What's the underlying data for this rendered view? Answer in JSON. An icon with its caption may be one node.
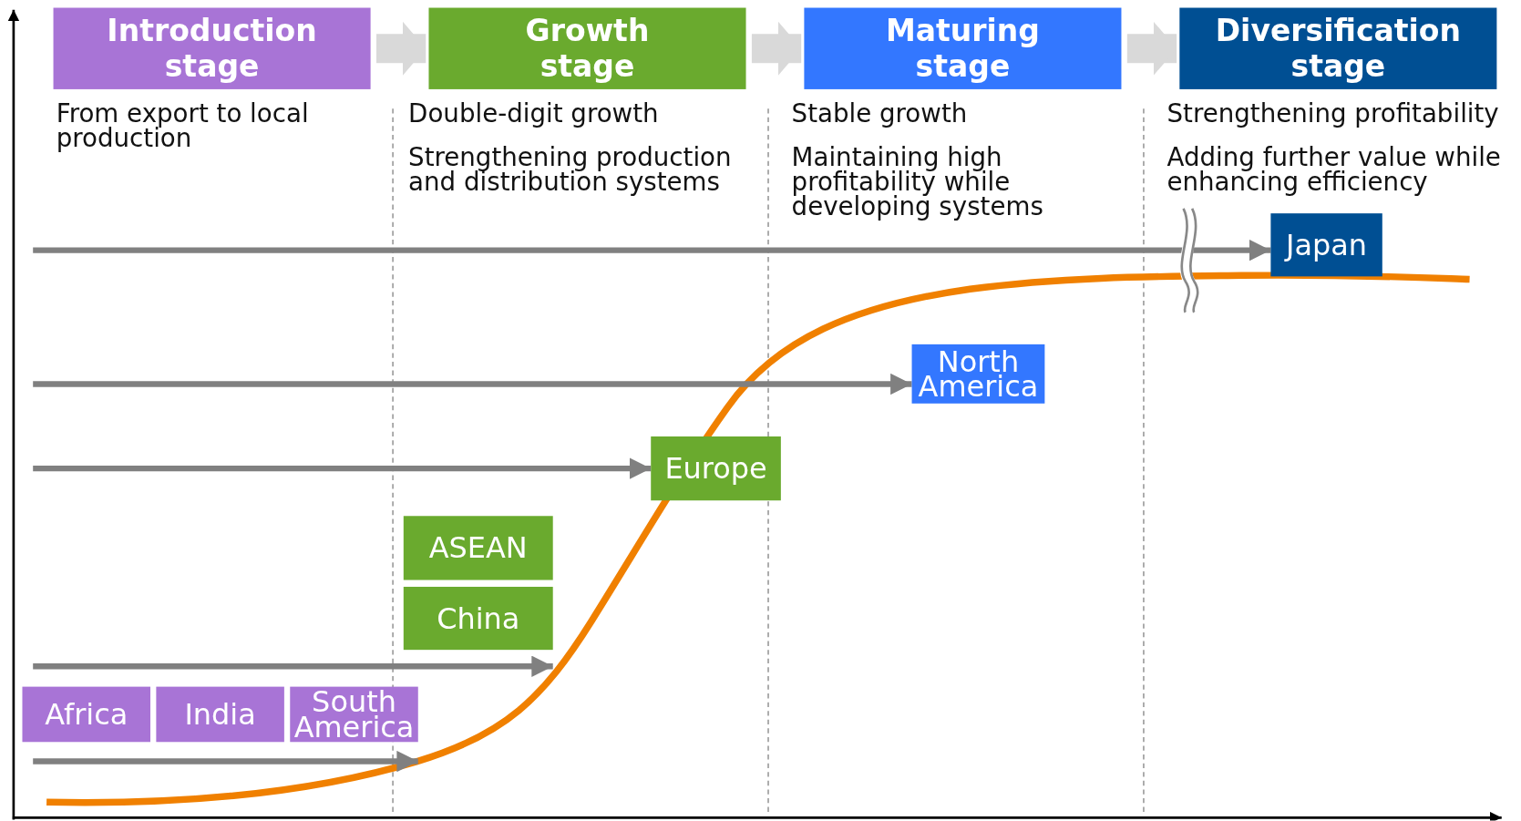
{
  "diagram": {
    "nodes": [
      {
        "text": [
          "Introduction stage"
        ],
        "beside": [
          "From export to local production"
        ]
      },
      {
        "text": [
          "Growth stage"
        ],
        "beside": [
          "Double-digit growth",
          "Strengthening production and distribution systems"
        ]
      },
      {
        "text": [
          "Maturing stage"
        ],
        "beside": [
          "Stable growth",
          "Maintaining high profitability while developing systems"
        ]
      },
      {
        "text": [
          "Diversification stage"
        ],
        "beside": [
          "Strengthening profitability",
          "Adding further value while enhancing efficiency"
        ]
      },
      {
        "text": [
          "Japan"
        ]
      },
      {
        "text": [
          "North America"
        ]
      },
      {
        "text": [
          "Europe"
        ]
      },
      {
        "text": [
          "ASEAN"
        ]
      },
      {
        "text": [
          "China"
        ]
      },
      {
        "text": [
          "Africa"
        ]
      },
      {
        "text": [
          "India"
        ]
      },
      {
        "text": [
          "South America"
        ]
      }
    ],
    "edges": [
      {
        "from": 0,
        "to": 1,
        "arrow": "to",
        "style": "thick"
      },
      {
        "from": 1,
        "to": 2,
        "arrow": "to",
        "style": "thick"
      },
      {
        "from": 2,
        "to": 3,
        "arrow": "to",
        "style": "thick"
      },
      {
        "from": null,
        "to": 4,
        "arrow": "to"
      },
      {
        "from": null,
        "to": 5,
        "arrow": "to"
      },
      {
        "from": null,
        "to": 6,
        "arrow": "to"
      },
      {
        "from": null,
        "to": 8,
        "arrow": "to"
      },
      {
        "from": null,
        "to": 11,
        "arrow": "to"
      }
    ]
  }
}
